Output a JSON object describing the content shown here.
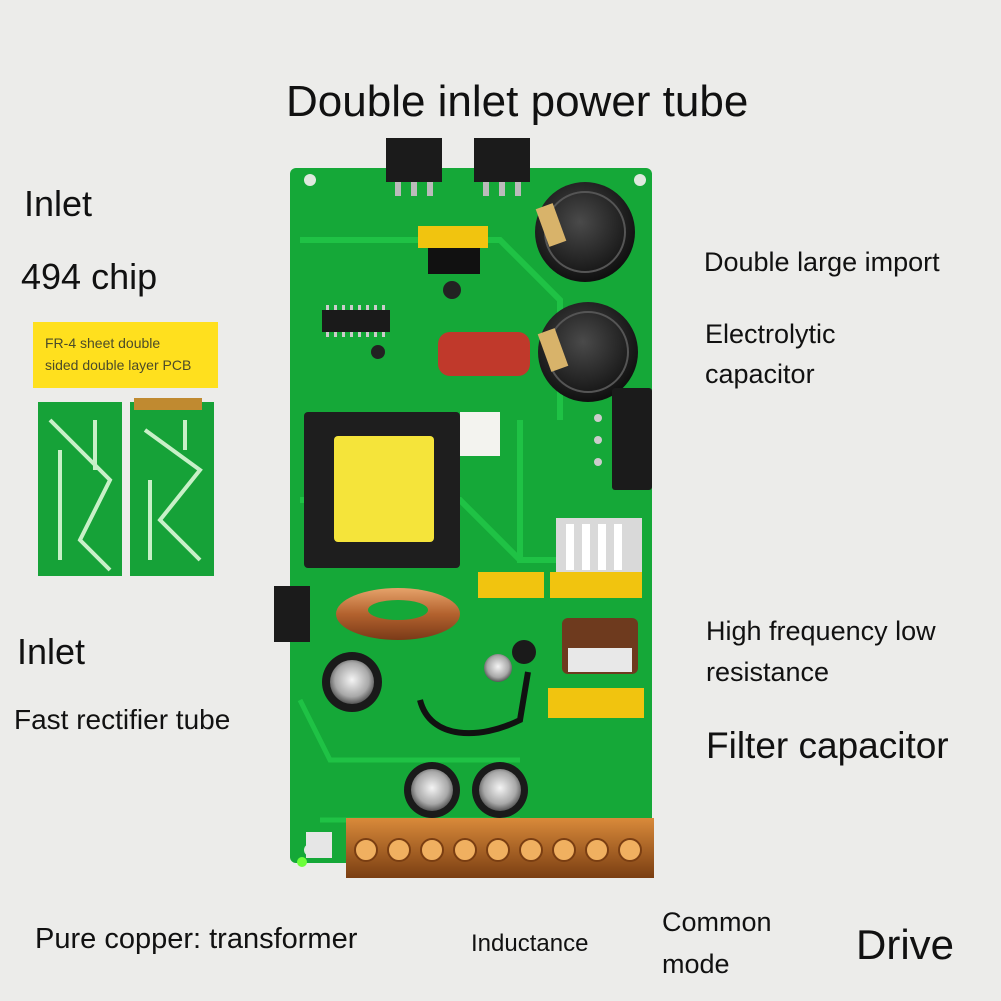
{
  "labels": {
    "title": "Double inlet power tube",
    "inlet_top": "Inlet",
    "chip": "494 chip",
    "inlet_bottom": "Inlet",
    "rectifier": "Fast rectifier tube",
    "import_line": "Double large import",
    "electrolytic_line1": "Electrolytic",
    "electrolytic_line2": "capacitor",
    "hf_line1": "High frequency low",
    "hf_line2": "resistance",
    "filter": "Filter capacitor",
    "copper": "Pure copper: transformer",
    "inductance": "Inductance",
    "common_line1": "Common",
    "common_line2": "mode",
    "drive": "Drive"
  },
  "badge": {
    "line1": "FR-4 sheet double",
    "line2": "sided double layer PCB"
  },
  "colors": {
    "background": "#ececea",
    "pcb_green": "#15a838",
    "badge_yellow": "#ffe01e",
    "terminal_copper": "#b86a22"
  }
}
